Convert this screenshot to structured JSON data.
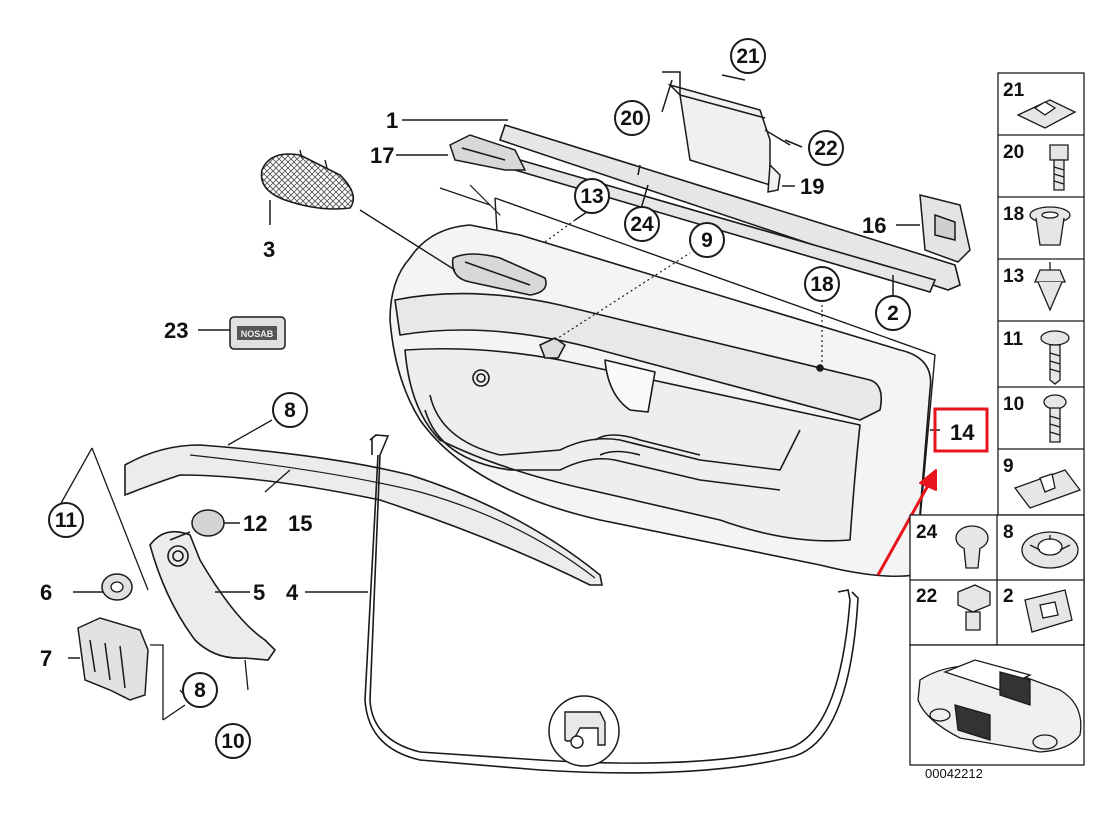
{
  "diagram": {
    "doc_number": "00042212",
    "highlighted_part": "14",
    "highlight_color": "#e8141c",
    "badge_text": "NOSAB",
    "labels": {
      "p1": "1",
      "p2": "2",
      "p3": "3",
      "p4": "4",
      "p5": "5",
      "p6": "6",
      "p7": "7",
      "p8a": "8",
      "p8b": "8",
      "p9": "9",
      "p10": "10",
      "p11": "11",
      "p12": "12",
      "p13": "13",
      "p14": "14",
      "p15": "15",
      "p16": "16",
      "p17": "17",
      "p18": "18",
      "p19": "19",
      "p20": "20",
      "p21": "21",
      "p22": "22",
      "p23": "23",
      "p24": "24"
    },
    "sidebar": [
      "21",
      "20",
      "18",
      "13",
      "11",
      "10",
      "9",
      "24",
      "8",
      "22",
      "2"
    ]
  }
}
